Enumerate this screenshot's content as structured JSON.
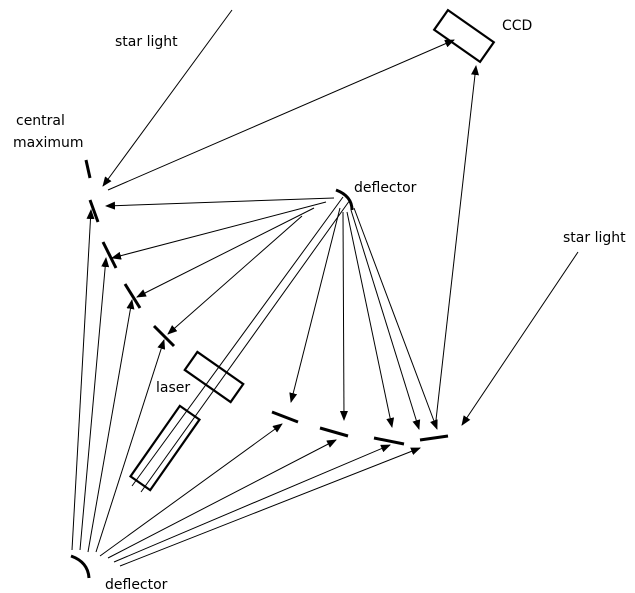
{
  "labels": {
    "ccd": "CCD",
    "star_light_top": "star light",
    "star_light_right": "star light",
    "central_line1": "central",
    "central_line2": "maximum",
    "deflector_top": "deflector",
    "deflector_bottom": "deflector",
    "laser": "laser"
  }
}
